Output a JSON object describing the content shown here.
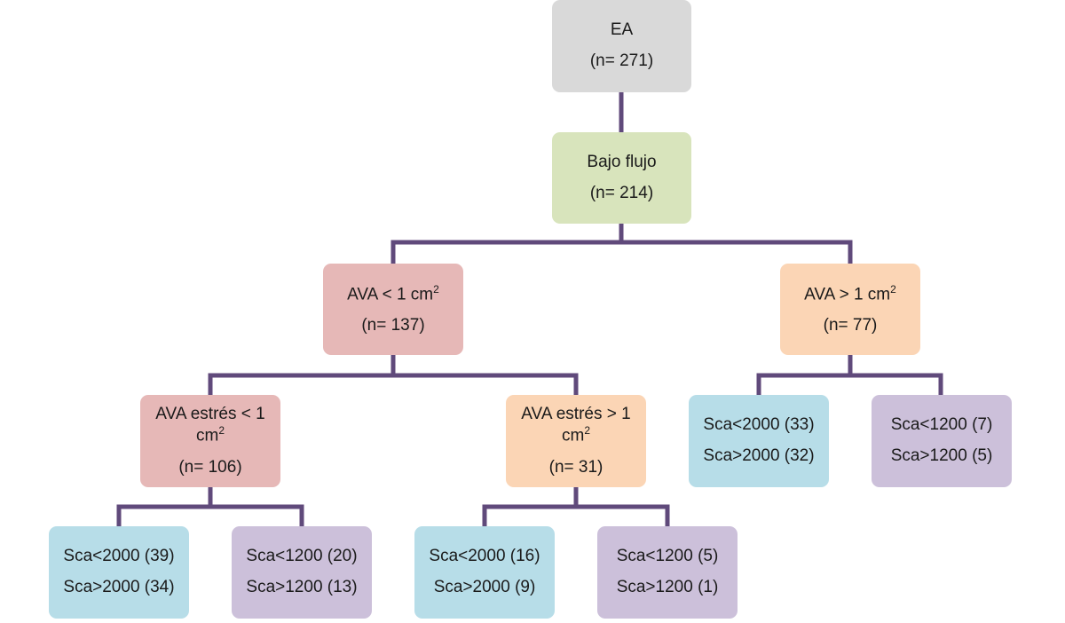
{
  "colors": {
    "connector": "#604a7b",
    "root": "#d9d9d9",
    "low_flow": "#d8e4bc",
    "ava_small": "#e6b8b7",
    "ava_large": "#fbd5b5",
    "sca_2000": "#b7dde8",
    "sca_1200": "#ccc0da"
  },
  "root": {
    "title": "EA",
    "count": "(n= 271)"
  },
  "low_flow": {
    "title": "Bajo flujo",
    "count": "(n= 214)"
  },
  "ava_lt1": {
    "title": "AVA < 1 cm",
    "sup": "2",
    "count": "(n= 137)"
  },
  "ava_gt1": {
    "title": "AVA > 1 cm",
    "sup": "2",
    "count": "(n= 77)"
  },
  "stress_lt1": {
    "title_line1": "AVA estrés < 1",
    "title_line2": "cm",
    "sup": "2",
    "count": "(n= 106)"
  },
  "stress_gt1": {
    "title_line1": "AVA estrés > 1",
    "title_line2": "cm",
    "sup": "2",
    "count": "(n= 31)"
  },
  "leaves": {
    "gt1_sca2000": {
      "line1": "Sca<2000 (33)",
      "line2": "Sca>2000 (32)"
    },
    "gt1_sca1200": {
      "line1": "Sca<1200 (7)",
      "line2": "Sca>1200 (5)"
    },
    "slt1_sca2000": {
      "line1": "Sca<2000 (39)",
      "line2": "Sca>2000 (34)"
    },
    "slt1_sca1200": {
      "line1": "Sca<1200 (20)",
      "line2": "Sca>1200 (13)"
    },
    "sgt1_sca2000": {
      "line1": "Sca<2000 (16)",
      "line2": "Sca>2000 (9)"
    },
    "sgt1_sca1200": {
      "line1": "Sca<1200 (5)",
      "line2": "Sca>1200 (1)"
    }
  }
}
